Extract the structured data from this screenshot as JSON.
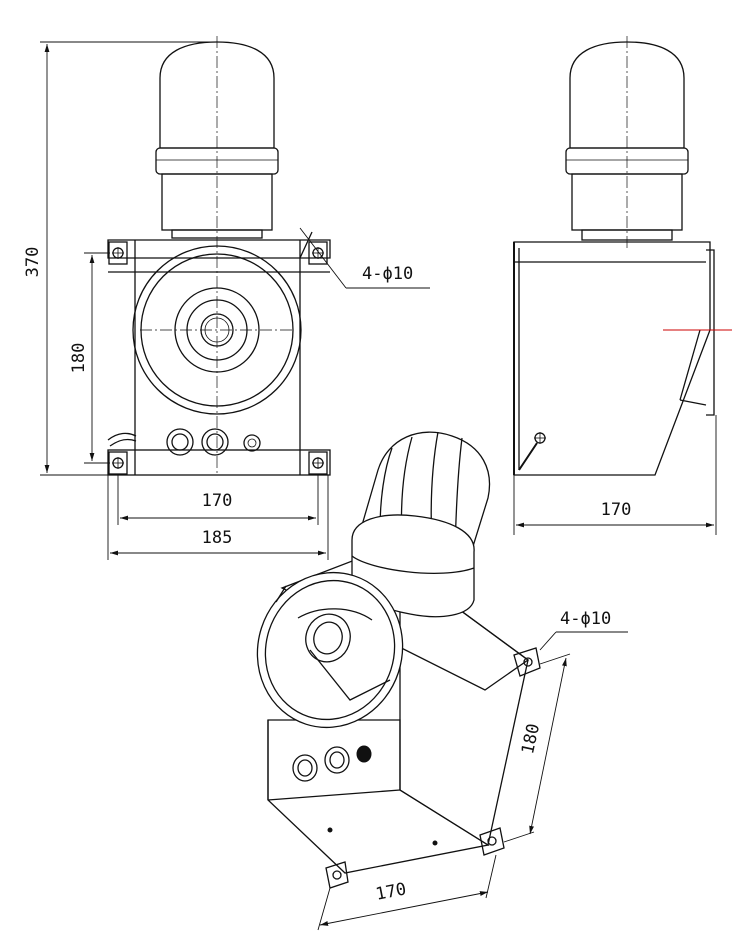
{
  "dimensions": {
    "front_height_total": "370",
    "front_height_box": "180",
    "front_width_inner": "170",
    "front_width_outer": "185",
    "side_width": "170",
    "iso_height": "180",
    "iso_width": "170"
  },
  "callouts": {
    "front_holes": "4-ϕ10",
    "iso_holes": "4-ϕ10"
  },
  "colors": {
    "line": "#111111",
    "accent_center_mark": "#cc0000"
  }
}
